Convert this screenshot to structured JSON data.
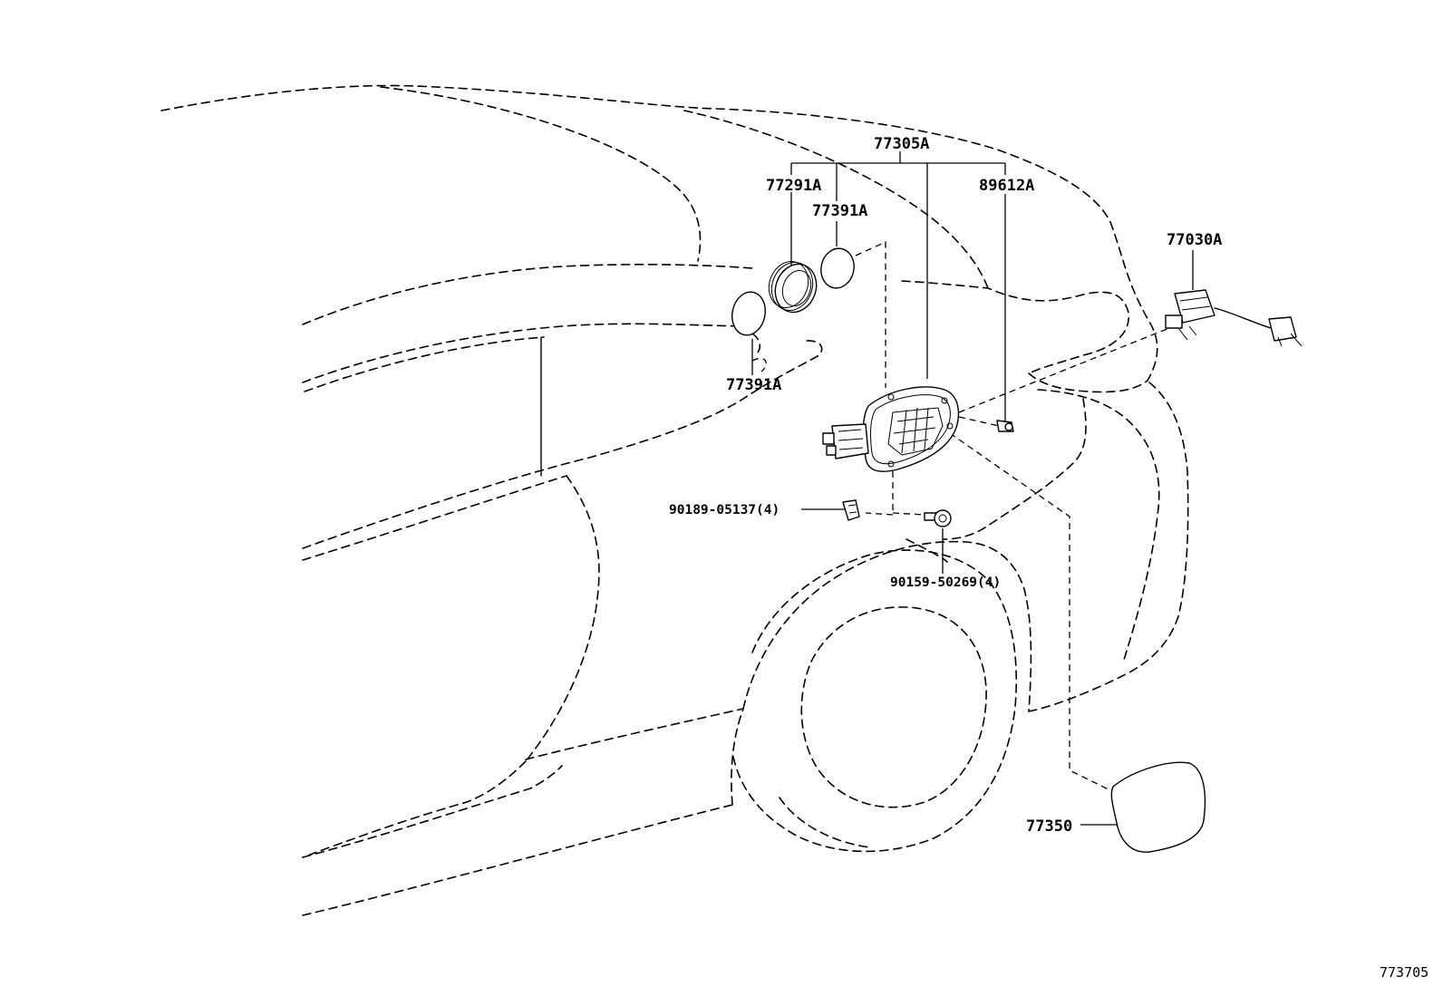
{
  "diagram_id": "773705",
  "parts": {
    "p77305A": "77305A",
    "p77291A": "77291A",
    "p77391A_top": "77391A",
    "p89612A": "89612A",
    "p77030A": "77030A",
    "p77391A_side": "77391A",
    "p90189": "90189-05137(4)",
    "p90159": "90159-50269(4)",
    "p77350": "77350"
  }
}
